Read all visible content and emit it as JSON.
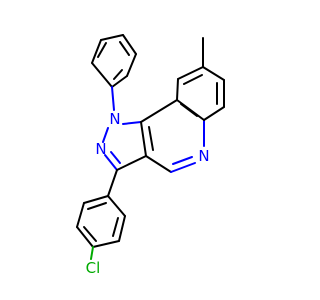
{
  "molecule": {
    "atoms": {
      "N1": {
        "symbol": "N",
        "color": "#0000ff"
      },
      "N2": {
        "symbol": "N",
        "color": "#0000ff"
      },
      "N5": {
        "symbol": "N",
        "color": "#0000ff"
      },
      "Cl": {
        "symbol": "Cl",
        "color": "#00aa00"
      }
    },
    "colors": {
      "carbon_bond": "#000000",
      "nitrogen": "#0000ff",
      "chlorine": "#00aa00",
      "background": "#ffffff"
    }
  }
}
